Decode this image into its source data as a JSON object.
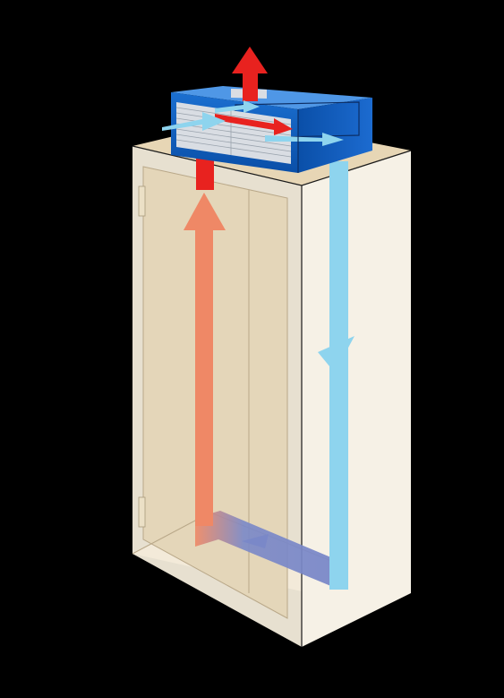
{
  "diagram": {
    "subject": "cabinet-top-cooling-unit-airflow",
    "colors": {
      "background": "#000000",
      "cabinet_front": "#f3ecdb",
      "cabinet_side": "#f6f1e6",
      "cabinet_top": "#e7d6b5",
      "cabinet_interior": "#dcc9a6",
      "door_panel": "#e4d6b9",
      "hinge": "#ebe0c6",
      "edge_line": "#1a1a1a",
      "cooling_unit": "#0a5ec0",
      "cooling_unit_dark": "#043f8c",
      "cooling_unit_light": "#4f97e6",
      "grille": "#d9dde3",
      "warm_air": "#ef8866",
      "hot_air": "#e8221f",
      "cold_air": "#8ed4ee",
      "return_air": "#7a88c8"
    },
    "airflow": [
      {
        "name": "hot-exhaust",
        "direction": "up",
        "color_key": "hot_air"
      },
      {
        "name": "warm-rising",
        "direction": "up",
        "color_key": "warm_air"
      },
      {
        "name": "cold-supply",
        "direction": "down",
        "color_key": "cold_air"
      },
      {
        "name": "return-bottom",
        "direction": "left",
        "color_key": "return_air"
      }
    ],
    "icons": [
      "door-hinge-icon",
      "arrow-up-icon",
      "arrow-down-icon",
      "arrow-left-icon"
    ]
  }
}
